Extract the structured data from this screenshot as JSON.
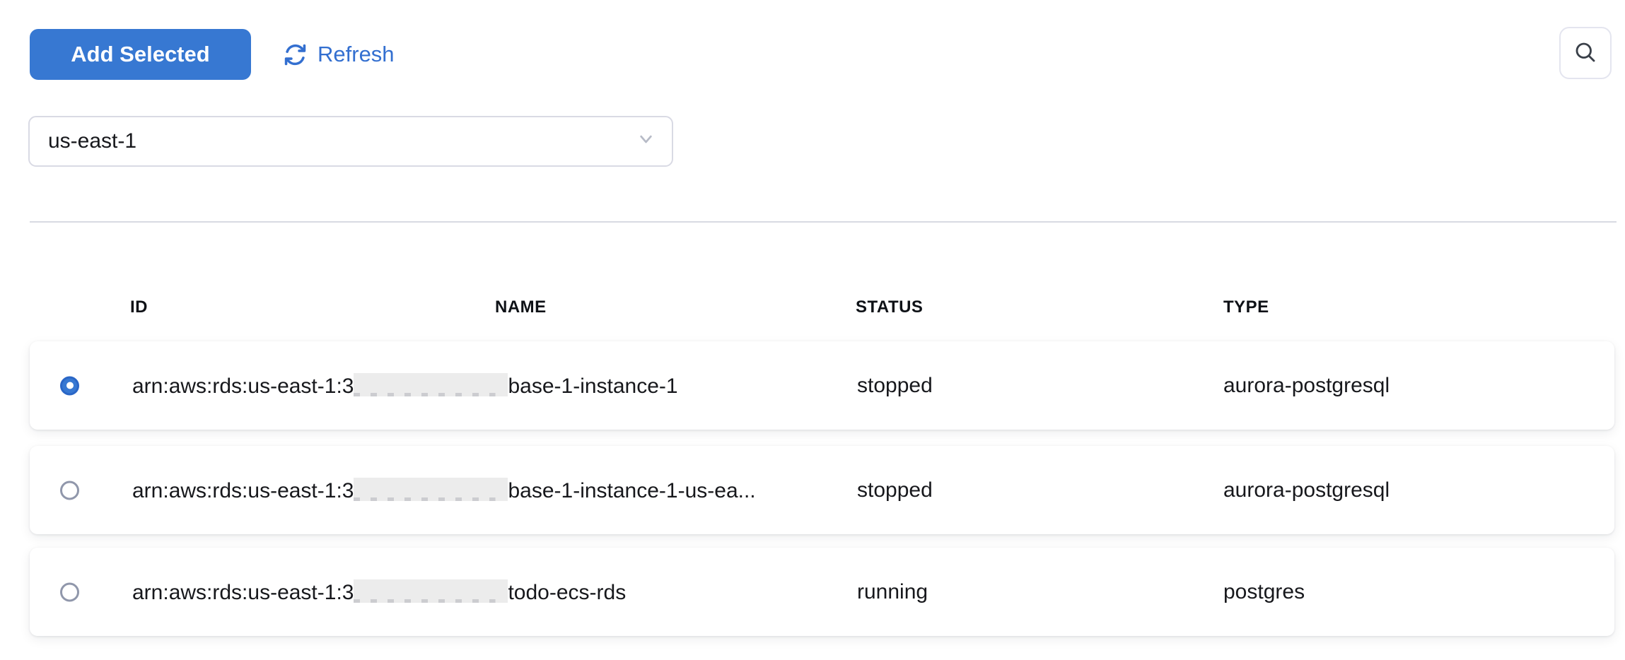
{
  "toolbar": {
    "add_selected_label": "Add Selected",
    "refresh_label": "Refresh"
  },
  "filters": {
    "region": {
      "value": "us-east-1"
    }
  },
  "colors": {
    "primary_blue": "#3778D2",
    "link_blue": "#336FD0",
    "divider": "#D8DAE2",
    "redaction": "#ECECEC"
  },
  "table": {
    "columns": [
      {
        "key": "id",
        "label": "ID"
      },
      {
        "key": "name",
        "label": "NAME"
      },
      {
        "key": "status",
        "label": "STATUS"
      },
      {
        "key": "type",
        "label": "TYPE"
      }
    ],
    "rows": [
      {
        "selected": true,
        "id_prefix": "arn:aws:rds:us-east-1:3",
        "id_redacted": true,
        "id_suffix": "base-1-instance-1",
        "name": "",
        "status": "stopped",
        "type": "aurora-postgresql"
      },
      {
        "selected": false,
        "id_prefix": "arn:aws:rds:us-east-1:3",
        "id_redacted": true,
        "id_suffix": "base-1-instance-1-us-ea...",
        "name": "",
        "status": "stopped",
        "type": "aurora-postgresql"
      },
      {
        "selected": false,
        "id_prefix": "arn:aws:rds:us-east-1:3",
        "id_redacted": true,
        "id_suffix": "todo-ecs-rds",
        "name": "",
        "status": "running",
        "type": "postgres"
      }
    ]
  }
}
